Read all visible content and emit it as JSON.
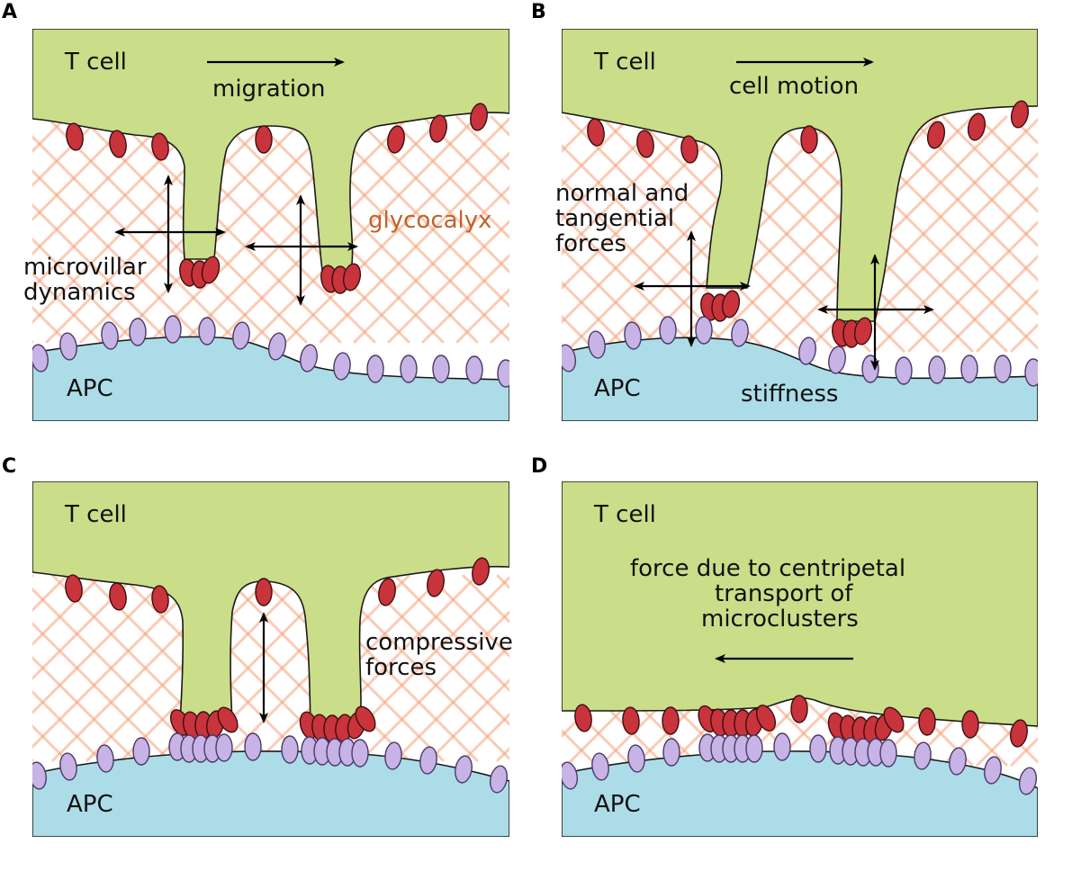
{
  "panels": {
    "A": {
      "letter": "A",
      "t_cell": "T cell",
      "motion": "migration",
      "apc": "APC",
      "dynamics_line1": "microvillar",
      "dynamics_line2": "dynamics",
      "glycocalyx": "glycocalyx"
    },
    "B": {
      "letter": "B",
      "t_cell": "T cell",
      "motion": "cell motion",
      "apc": "APC",
      "forces_line1": "normal and",
      "forces_line2": "tangential",
      "forces_line3": "forces",
      "stiffness": "stiffness"
    },
    "C": {
      "letter": "C",
      "t_cell": "T cell",
      "apc": "APC",
      "compressive_line1": "compressive",
      "compressive_line2": "forces"
    },
    "D": {
      "letter": "D",
      "t_cell": "T cell",
      "apc": "APC",
      "transport_line1": "force due to centripetal",
      "transport_line2": "transport of",
      "transport_line3": "microclusters"
    }
  },
  "colors": {
    "t_cell": "#cadd89",
    "apc": "#acdce8",
    "tcr": "#c9333b",
    "pmhc": "#c7b3e6",
    "glycocalyx": "#f6a27a",
    "glycocalyx_label": "#c0622a"
  }
}
